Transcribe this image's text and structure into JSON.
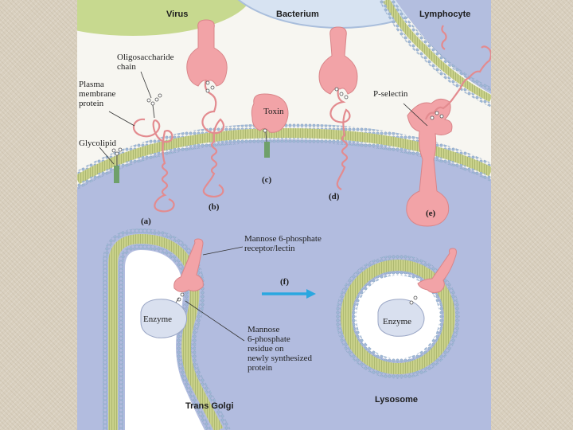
{
  "cells": {
    "virus": "Virus",
    "bacterium": "Bacterium",
    "lymphocyte": "Lymphocyte"
  },
  "labels": {
    "oligosaccharide_chain": "Oligosaccharide\nchain",
    "plasma_membrane_protein": "Plasma\nmembrane\nprotein",
    "glycolipid": "Glycolipid",
    "toxin": "Toxin",
    "p_selectin": "P-selectin",
    "mannose_receptor": "Mannose 6-phosphate\nreceptor/lectin",
    "enzyme_left": "Enzyme",
    "enzyme_right": "Enzyme",
    "mannose_residue": "Mannose\n6-phosphate\nresidue on\nnewly synthesized\nprotein",
    "trans_golgi": "Trans Golgi",
    "lysosome": "Lysosome"
  },
  "panels": {
    "a": "(a)",
    "b": "(b)",
    "c": "(c)",
    "d": "(d)",
    "e": "(e)",
    "f": "(f)"
  },
  "colors": {
    "virus": "#c7d98f",
    "bacterium": "#d7e3f2",
    "lymphocyte": "#b3bedf",
    "cytoplasm": "#b2bcdf",
    "membrane": "#c9d18a",
    "headgroup": "#9fb8d6",
    "protein": "#f2a3a7",
    "enzyme": "#d9e0ef",
    "arrow": "#2aa7e0"
  }
}
